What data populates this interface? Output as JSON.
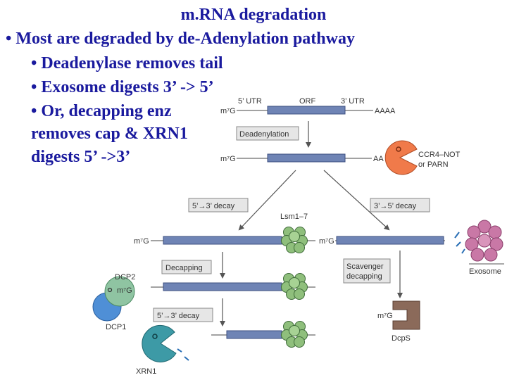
{
  "slide": {
    "title": "m.RNA degradation",
    "bullets": [
      "• Most are degraded by de-Adenylation pathway",
      "• Deadenylase removes tail",
      "• Exosome digests 3’ -> 5’",
      "• Or, decapping enz",
      "removes cap & XRN1",
      "digests 5’ ->3’"
    ]
  },
  "diagram": {
    "utr5": "5’ UTR",
    "orf": "ORF",
    "utr3": "3’ UTR",
    "cap": "m⁷G",
    "polya": "AAAA",
    "short_tail": "AA",
    "deadenylation": "Deadenylation",
    "ccr4": "CCR4–NOT",
    "or_parn": "or PARN",
    "decay53": "5’→3’ decay",
    "decay35": "3’→5’ decay",
    "lsm": "Lsm1–7",
    "decapping": "Decapping",
    "scavenger1": "Scavenger",
    "scavenger2": "decapping",
    "dcp2": "DCP2",
    "dcp1": "DCP1",
    "xrn1": "XRN1",
    "exosome": "Exosome",
    "dcps": "DcpS"
  },
  "colors": {
    "title_blue": "#1a1a9e",
    "mrna_bar": "#6f84b5",
    "lsm_green": "#8fbf7c",
    "exosome_pink": "#c978a6",
    "ccr4_orange": "#f07a4a",
    "xrn1_teal": "#3d9aa6",
    "dcps_brown": "#8b6a5a",
    "label_box": "#e6e6e6"
  }
}
